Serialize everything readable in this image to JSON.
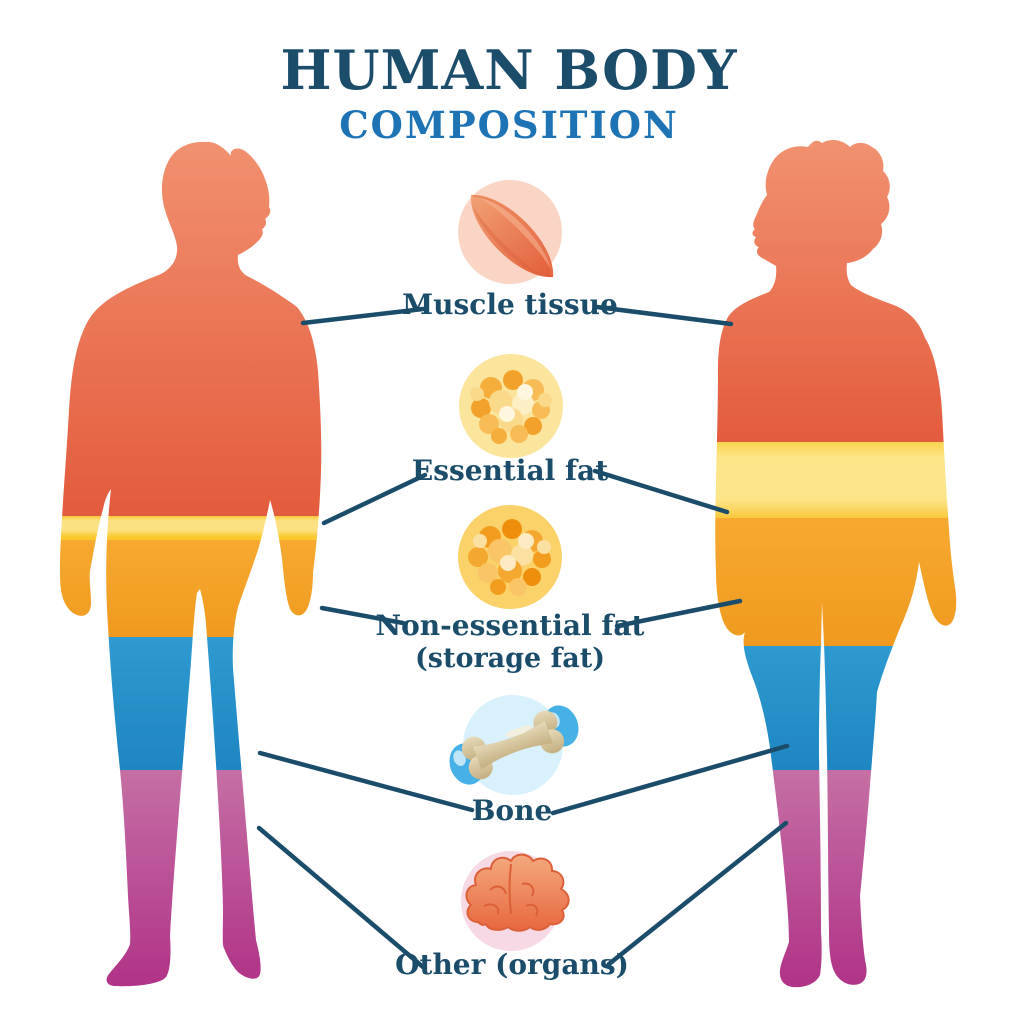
{
  "title": {
    "line1": "HUMAN BODY",
    "line2": "COMPOSITION"
  },
  "entries": [
    {
      "id": "muscle-tissue",
      "label": "Muscle tissue",
      "icon": "muscle-tissue-icon",
      "band_color": "#EE7A55"
    },
    {
      "id": "essential-fat",
      "label": "Essential fat",
      "icon": "essential-fat-icon",
      "band_color": "#FBCD33"
    },
    {
      "id": "non-essential-fat",
      "label": "Non-essential fat",
      "sublabel": "(storage fat)",
      "icon": "storage-fat-icon",
      "band_color": "#F5A22B"
    },
    {
      "id": "bone",
      "label": "Bone",
      "icon": "bone-icon",
      "band_color": "#2694CB"
    },
    {
      "id": "other-organs",
      "label": "Other (organs)",
      "icon": "brain-icon",
      "band_color": "#BC4792"
    }
  ],
  "figures": {
    "left": "male silhouette",
    "right": "female silhouette"
  },
  "colors": {
    "background": "#FFFFFF",
    "title_navy": "#1B4D6B",
    "title_blue": "#1E73B4",
    "label_navy": "#1B4D6B",
    "connector": "#1B4D6B",
    "muscle_top": "#F1916F",
    "muscle_bottom": "#E35B3D",
    "fat_yellow": "#FBC93C",
    "fat_yellow_light": "#FCE183",
    "storage_orange_top": "#F7A930",
    "storage_orange_bottom": "#EF9A1F",
    "bone_blue_top": "#2E9AD0",
    "bone_blue_bottom": "#1E86C2",
    "other_magenta_top": "#C56FA4",
    "other_magenta_bottom": "#B03287",
    "muscle_icon_bg": "#FAD4C5",
    "essential_icon_bg": "#FBE49B",
    "storage_icon_bg": "#FBD26A",
    "bone_icon_bg": "#D9F1FC",
    "brain_icon_bg": "#F6D9E5"
  }
}
